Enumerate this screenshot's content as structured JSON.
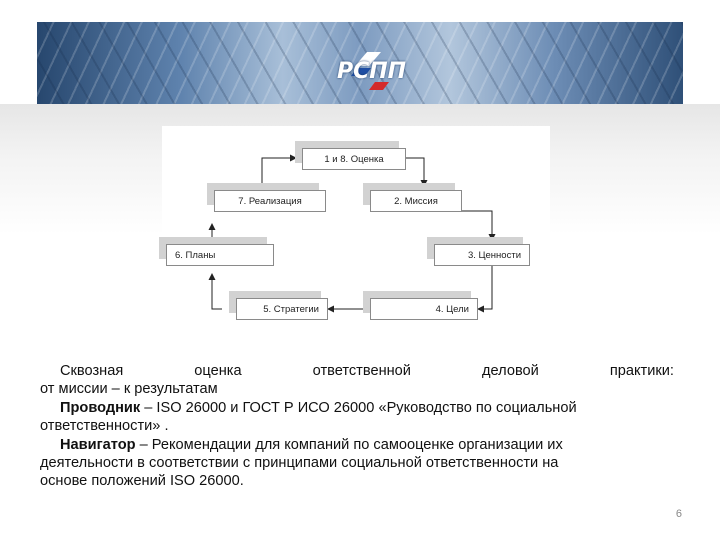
{
  "header": {
    "logo_text": "РСПП"
  },
  "diagram": {
    "steps": [
      {
        "id": "s1",
        "label": "1 и 8. Оценка"
      },
      {
        "id": "s7",
        "label": "7. Реализация"
      },
      {
        "id": "s2",
        "label": "2. Миссия"
      },
      {
        "id": "s6",
        "label": "6. Планы"
      },
      {
        "id": "s3",
        "label": "3. Ценности"
      },
      {
        "id": "s5",
        "label": "5. Стратегии"
      },
      {
        "id": "s4",
        "label": "4. Цели"
      }
    ]
  },
  "text": {
    "line1_words": [
      "Сквозная",
      "оценка",
      "ответственной",
      "деловой",
      "практики:"
    ],
    "line2": "от миссии – к  результатам",
    "p2_bold": "Проводник",
    "p2_rest_line1": " – ISO 26000 и ГОСТ Р ИСО 26000 «Руководство по социальной",
    "p2_line2": "ответственности» .",
    "p3_bold": "Навигатор",
    "p3_rest_line1": " – Рекомендации для компаний  по самооценке организации их",
    "p3_line2": "деятельности  в  соответствии  с  принципами  социальной  ответственности  на",
    "p3_line3": "основе положений ISO 26000."
  },
  "footer": {
    "page_number": "6"
  }
}
